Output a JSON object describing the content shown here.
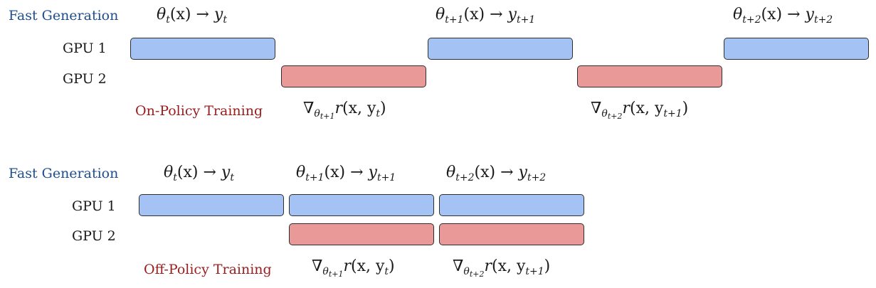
{
  "colors": {
    "generation_label": "#1f4e8c",
    "training_label": "#9a1c1c",
    "gpu1_bar": "#a4c2f4",
    "gpu2_bar": "#ea9999"
  },
  "on_policy": {
    "generation_label": "Fast Generation",
    "training_label": "On-Policy Training",
    "gpu1_label": "GPU 1",
    "gpu2_label": "GPU 2"
  },
  "off_policy": {
    "generation_label": "Fast Generation",
    "training_label": "Off-Policy Training",
    "gpu1_label": "GPU 1",
    "gpu2_label": "GPU 2"
  },
  "math": {
    "gen_t": {
      "sub": "t",
      "arg": "(x)",
      "y_sub": "t"
    },
    "gen_t1": {
      "sub": "t+1",
      "arg": "(x)",
      "y_sub": "t+1"
    },
    "gen_t2": {
      "sub": "t+2",
      "arg": "(x)",
      "y_sub": "t+2"
    },
    "grad_t1": {
      "theta_sub": "t+1",
      "r_args": "(x, y",
      "y_sub": "t",
      "close": ")"
    },
    "grad_t2": {
      "theta_sub": "t+2",
      "r_args": "(x, y",
      "y_sub": "t+1",
      "close": ")"
    }
  }
}
